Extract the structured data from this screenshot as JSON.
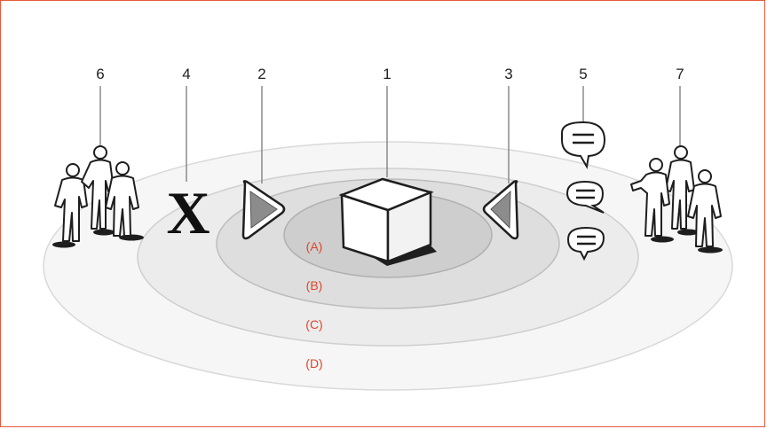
{
  "markers": [
    {
      "id": "1",
      "label": "1"
    },
    {
      "id": "2",
      "label": "2"
    },
    {
      "id": "3",
      "label": "3"
    },
    {
      "id": "4",
      "label": "4"
    },
    {
      "id": "5",
      "label": "5"
    },
    {
      "id": "6",
      "label": "6"
    },
    {
      "id": "7",
      "label": "7"
    }
  ],
  "rings": {
    "a": "(A)",
    "b": "(B)",
    "c": "(C)",
    "d": "(D)"
  },
  "symbols": {
    "x_mark": "X"
  },
  "colors": {
    "frame_border": "#e8593b",
    "ring_label": "#e0452a",
    "outer_ring": "#f6f6f6",
    "ring_c": "#ececec",
    "ring_b": "#dedede",
    "ring_a": "#cecece",
    "triangle_fill": "#8c8c8c"
  },
  "icons": [
    "cube-icon",
    "triangle-right-icon",
    "triangle-left-icon",
    "x-mark-icon",
    "speech-bubble-icon",
    "people-group-icon"
  ]
}
